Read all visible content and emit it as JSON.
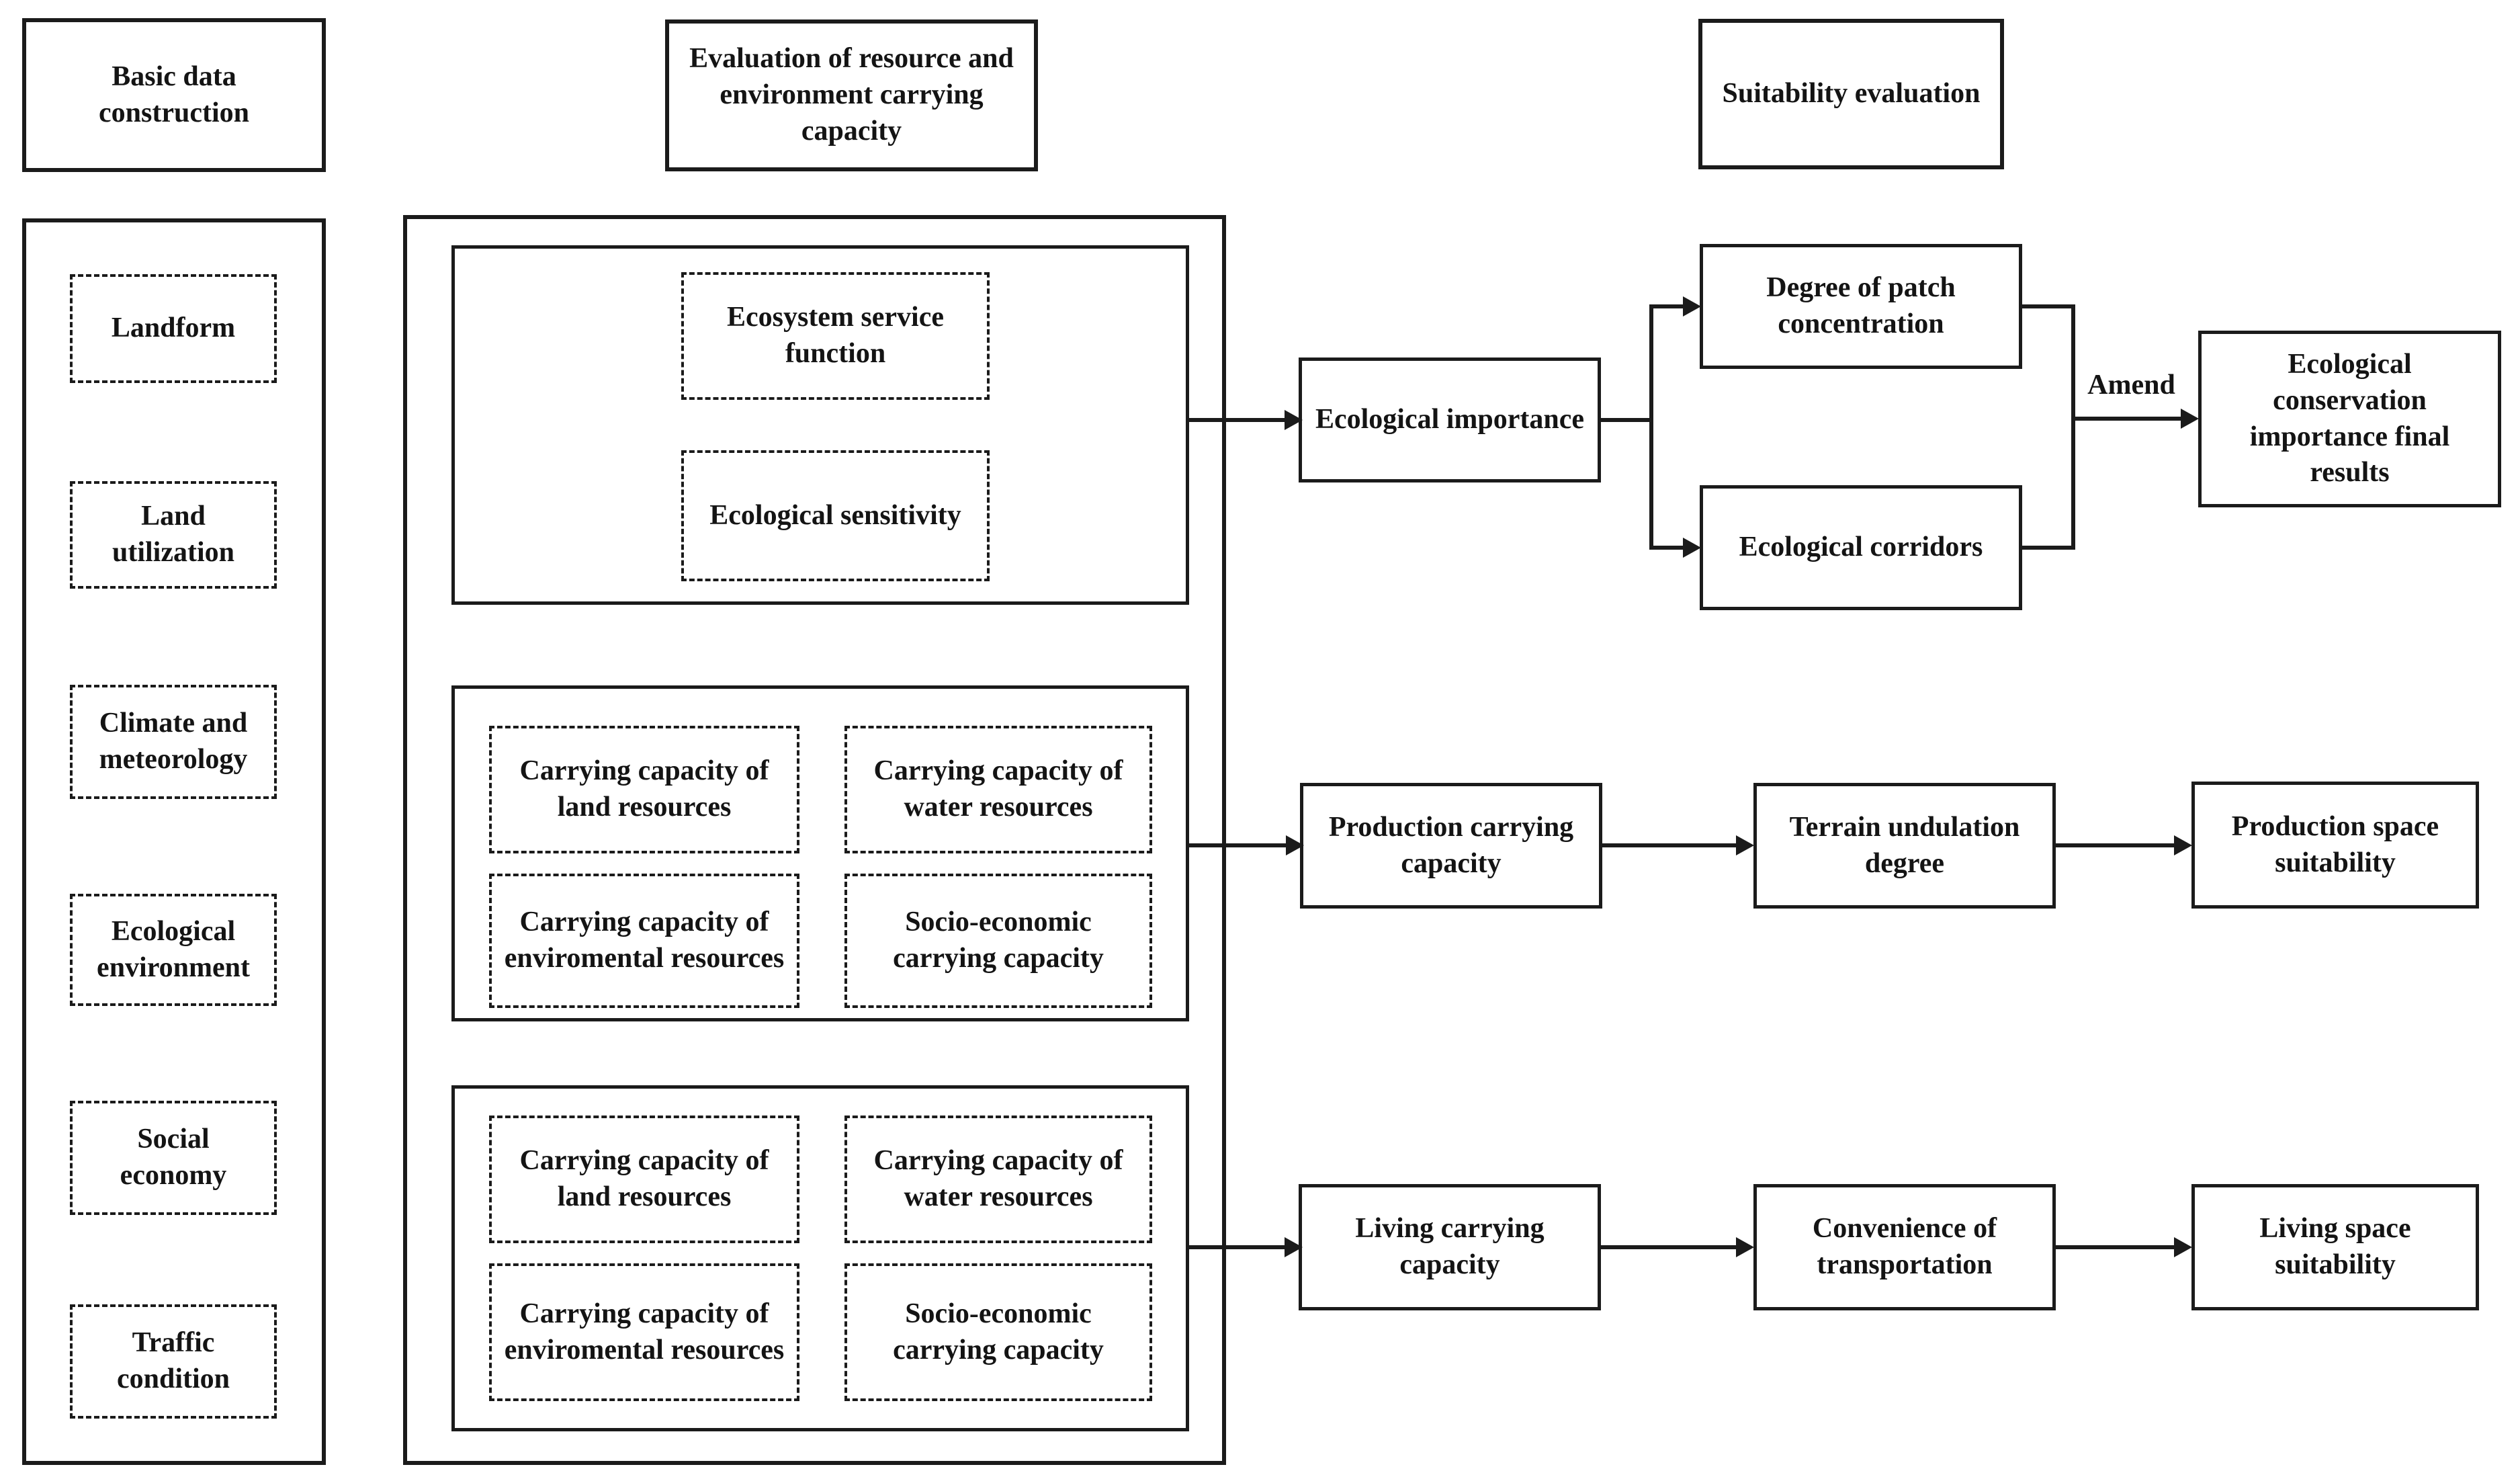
{
  "headers": {
    "basic": "Basic data construction",
    "evaluation": "Evaluation of resource and environment carrying capacity",
    "suitability": "Suitability evaluation"
  },
  "basic_items": [
    "Landform",
    "Land utilization",
    "Climate and meteorology",
    "Ecological environment",
    "Social economy",
    "Traffic condition"
  ],
  "evaluation_sections": {
    "ecological": {
      "items": [
        "Ecosystem service function",
        "Ecological sensitivity"
      ]
    },
    "production": {
      "items": [
        "Carrying capacity of land resources",
        "Carrying capacity of water resources",
        "Carrying capacity of enviromental resources",
        "Socio-economic carrying capacity"
      ]
    },
    "living": {
      "items": [
        "Carrying capacity of land resources",
        "Carrying capacity of water resources",
        "Carrying capacity of enviromental resources",
        "Socio-economic carrying capacity"
      ]
    }
  },
  "flow_nodes": {
    "ecological_importance": "Ecological importance",
    "degree_patch_concentration": "Degree of patch concentration",
    "ecological_corridors": "Ecological corridors",
    "final_results": "Ecological conservation importance final results",
    "production_capacity": "Production carrying capacity",
    "terrain_undulation": "Terrain undulation degree",
    "production_space": "Production space suitability",
    "living_capacity": "Living carrying capacity",
    "convenience_transportation": "Convenience of transportation",
    "living_space": "Living space suitability"
  },
  "labels": {
    "amend": "Amend"
  },
  "colors": {
    "line": "#1b1b1b",
    "background": "#ffffff",
    "text": "#141414"
  }
}
